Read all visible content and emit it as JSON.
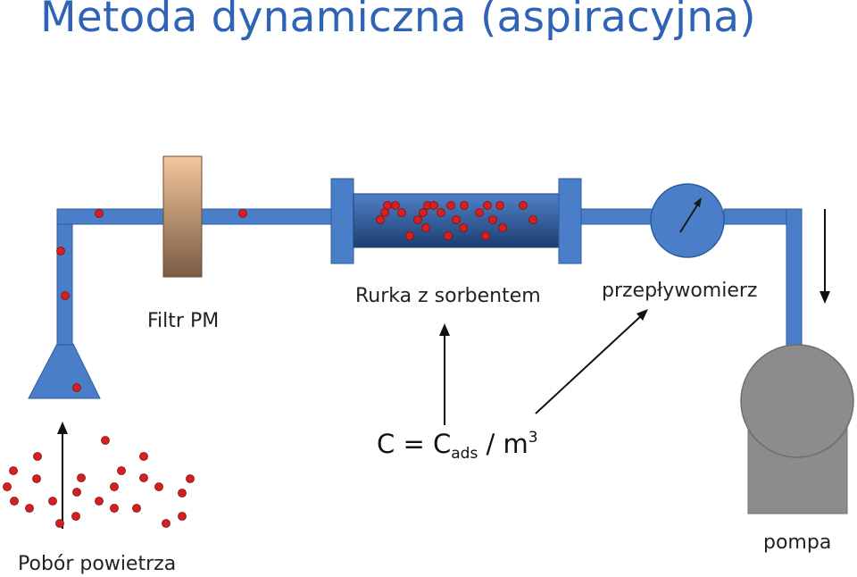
{
  "title": "Metoda dynamiczna (aspiracyjna)",
  "labels": {
    "filter": "Filtr PM",
    "tube": "Rurka z sorbentem",
    "flowmeter": "przepływomierz",
    "pump": "pompa",
    "intake": "Pobór powietrza"
  },
  "formula": {
    "lhs": "C = C",
    "subscript": "ads",
    "mid": " / m",
    "superscript": "3"
  },
  "colors": {
    "title": "#2e63b6",
    "pipe": "#4a7ec9",
    "pipe_stroke": "#2d5c9e",
    "particle": "#d42020",
    "filter_top": "#f3c79c",
    "filter_bottom": "#7a5b43",
    "pump": "#8c8c8c"
  }
}
